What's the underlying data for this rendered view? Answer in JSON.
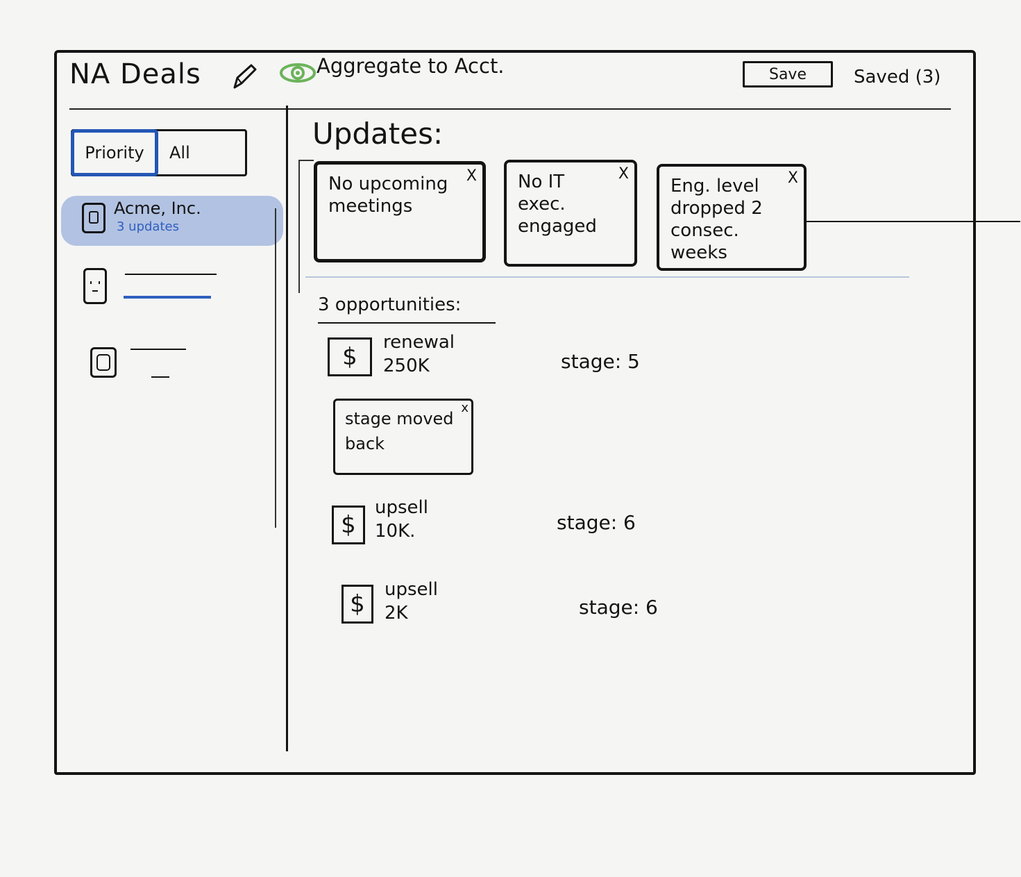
{
  "header": {
    "title": "NA Deals",
    "aggregate_label": "Aggregate to Acct.",
    "save_label": "Save",
    "saved_label": "Saved (3)"
  },
  "sidebar": {
    "tabs": [
      {
        "label": "Priority",
        "selected": true
      },
      {
        "label": "All",
        "selected": false
      }
    ],
    "accounts": [
      {
        "name": "Acme, Inc.",
        "subtitle": "3 updates",
        "selected": true
      }
    ]
  },
  "updates": {
    "title": "Updates:",
    "cards": [
      {
        "text": "No upcoming meetings",
        "close": "X"
      },
      {
        "text": "No IT exec. engaged",
        "close": "X"
      },
      {
        "text": "Eng. level dropped 2 consec. weeks",
        "close": "X"
      }
    ]
  },
  "opportunities": {
    "title": "3 opportunities:",
    "items": [
      {
        "name": "renewal",
        "amount": "250K",
        "stage": "stage: 5"
      },
      {
        "name": "upsell",
        "amount": "10K.",
        "stage": "stage: 6"
      },
      {
        "name": "upsell",
        "amount": "2K",
        "stage": "stage: 6"
      }
    ],
    "alert": {
      "text": "stage moved back",
      "close": "x"
    }
  },
  "colors": {
    "accent_blue": "#2457b5",
    "selection_blue": "#567cc8",
    "eye_green": "#6bb35a"
  }
}
